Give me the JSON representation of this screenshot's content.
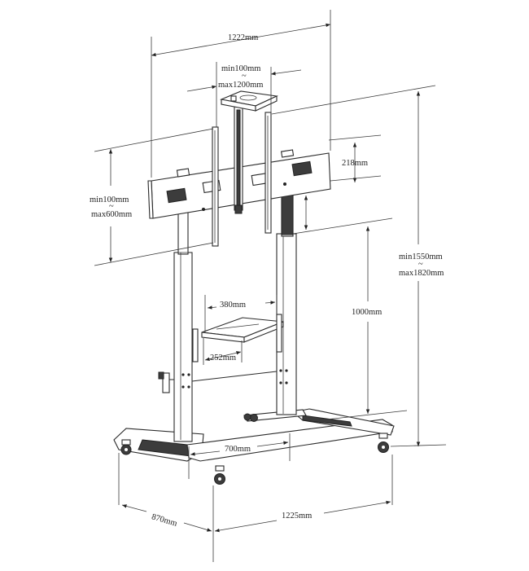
{
  "title": "",
  "dimensions": {
    "overall_width": "1222mm",
    "vesa_h_min": "min100mm",
    "vesa_h_tilde": "~",
    "vesa_h_max": "max1200mm",
    "bracket_height": "218mm",
    "vesa_v_min": "min100mm",
    "vesa_v_tilde": "~",
    "vesa_v_max": "max600mm",
    "total_height_min": "min1550mm",
    "total_height_tilde": "~",
    "total_height_max": "max1820mm",
    "shelf_width": "380mm",
    "shelf_depth": "252mm",
    "shelf_height": "1000mm",
    "column_spacing": "700mm",
    "base_depth": "870mm",
    "base_width": "1225mm"
  }
}
